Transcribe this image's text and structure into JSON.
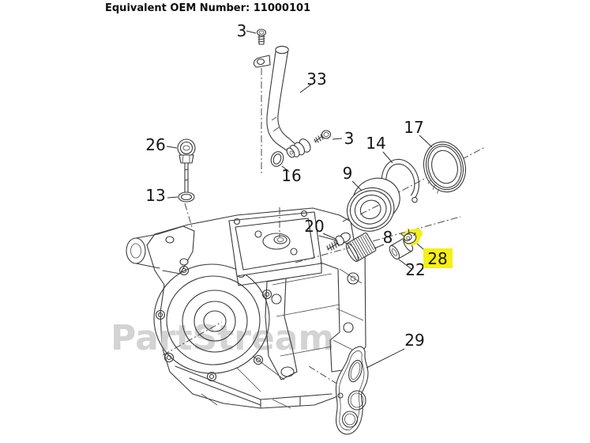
{
  "header": {
    "oem_label": "Equivalent OEM Number: 11000101"
  },
  "watermark": {
    "text": "PartStream"
  },
  "colors": {
    "highlight": "#f5ef18",
    "line": "#3a3a3a",
    "label": "#161616",
    "watermark": "#d3d3d3"
  },
  "diagram": {
    "description": "Exploded parts diagram of a gearbox crankcase with numbered callouts",
    "callouts": {
      "bolt_top": {
        "label": "3",
        "highlighted": false
      },
      "oil_tube": {
        "label": "33",
        "highlighted": false
      },
      "bolt_right": {
        "label": "3",
        "highlighted": false
      },
      "tube_oring": {
        "label": "16",
        "highlighted": false
      },
      "dipstick": {
        "label": "26",
        "highlighted": false
      },
      "dipstick_oring": {
        "label": "13",
        "highlighted": false
      },
      "oil_seal": {
        "label": "17",
        "highlighted": false
      },
      "snap_ring": {
        "label": "14",
        "highlighted": false
      },
      "ball_bearing": {
        "label": "9",
        "highlighted": false
      },
      "stud_screw": {
        "label": "20",
        "highlighted": false
      },
      "needle_bearing": {
        "label": "8",
        "highlighted": false
      },
      "spacer_bushing": {
        "label": "22",
        "highlighted": false
      },
      "lock_nut": {
        "label": "28",
        "highlighted": true
      },
      "gasket": {
        "label": "29",
        "highlighted": false
      }
    }
  }
}
